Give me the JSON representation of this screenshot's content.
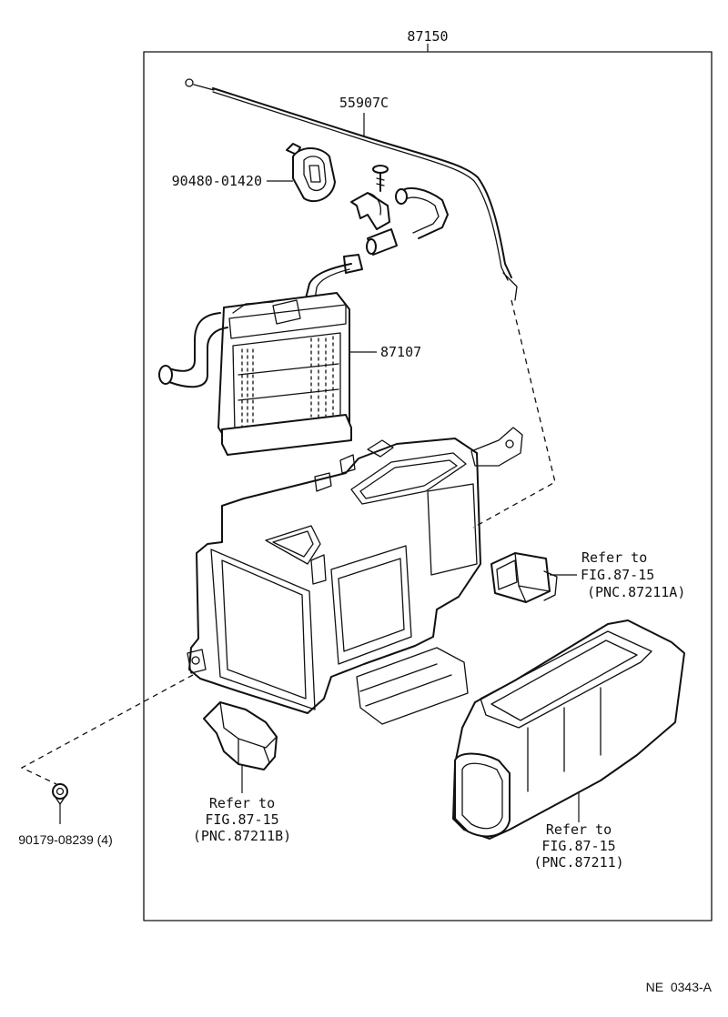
{
  "labels": {
    "assembly": "87150",
    "cable": "55907C",
    "valve": "90480-01420",
    "heater_core": "87107",
    "clip": "90179-08239 (4)",
    "ref_right_small": [
      "Refer to",
      "FIG.87-15",
      "(PNC.87211A)"
    ],
    "ref_left_bottom": [
      "Refer to",
      "FIG.87-15",
      "(PNC.87211B)"
    ],
    "ref_right_bottom": [
      "Refer to",
      "FIG.87-15",
      "(PNC.87211)"
    ],
    "figure_id": "NE  0343-A"
  }
}
